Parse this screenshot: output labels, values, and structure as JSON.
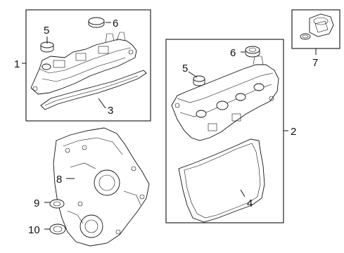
{
  "callouts": {
    "c1": "1",
    "c2": "2",
    "c3": "3",
    "c4": "4",
    "c5a": "5",
    "c5b": "5",
    "c6a": "6",
    "c6b": "6",
    "c7": "7",
    "c8": "8",
    "c9": "9",
    "c10": "10"
  },
  "colors": {
    "ink": "#111111",
    "paper": "#ffffff"
  }
}
